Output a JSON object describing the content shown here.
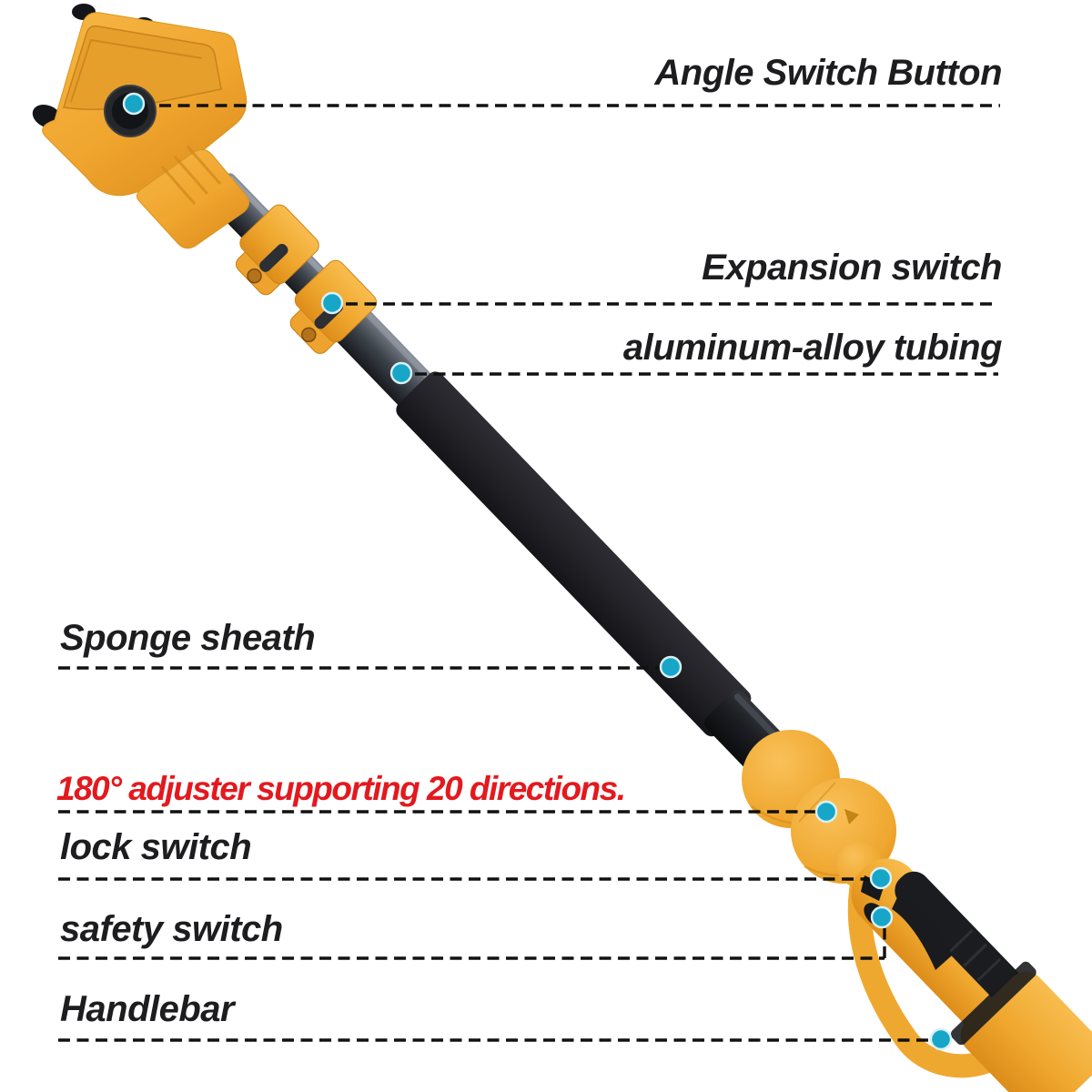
{
  "figure": {
    "type": "annotated-product-diagram",
    "product": "cordless telescopic pole tool",
    "background_color": "#ffffff",
    "accent_dot_color": "#18a6c8",
    "leader_line_color": "#111111",
    "label_color": "#1d1d1f",
    "note_color": "#e3191e",
    "product_colors": {
      "body_yellow": "#f2a930",
      "tube_gray": "#3d434b",
      "grip_black": "#1a1b1e"
    }
  },
  "callouts": {
    "angle_switch_button": {
      "label": "Angle Switch Button",
      "side": "right"
    },
    "expansion_switch": {
      "label": "Expansion switch",
      "side": "right"
    },
    "aluminum_alloy_tubingция": {
      "label": "",
      "side": ""
    },
    "aluminum_alloy_tubing": {
      "label": "aluminum-alloy tubing",
      "side": "right"
    },
    "sponge_sheath": {
      "label": "Sponge sheath",
      "side": "left"
    },
    "adjuster_note": {
      "label": "180° adjuster supporting 20 directions.",
      "side": "left"
    },
    "lock_switch": {
      "label": "lock switch",
      "side": "left"
    },
    "safety_switch": {
      "label": "safety switch",
      "side": "left"
    },
    "handlebar": {
      "label": "Handlebar",
      "side": "left"
    }
  }
}
